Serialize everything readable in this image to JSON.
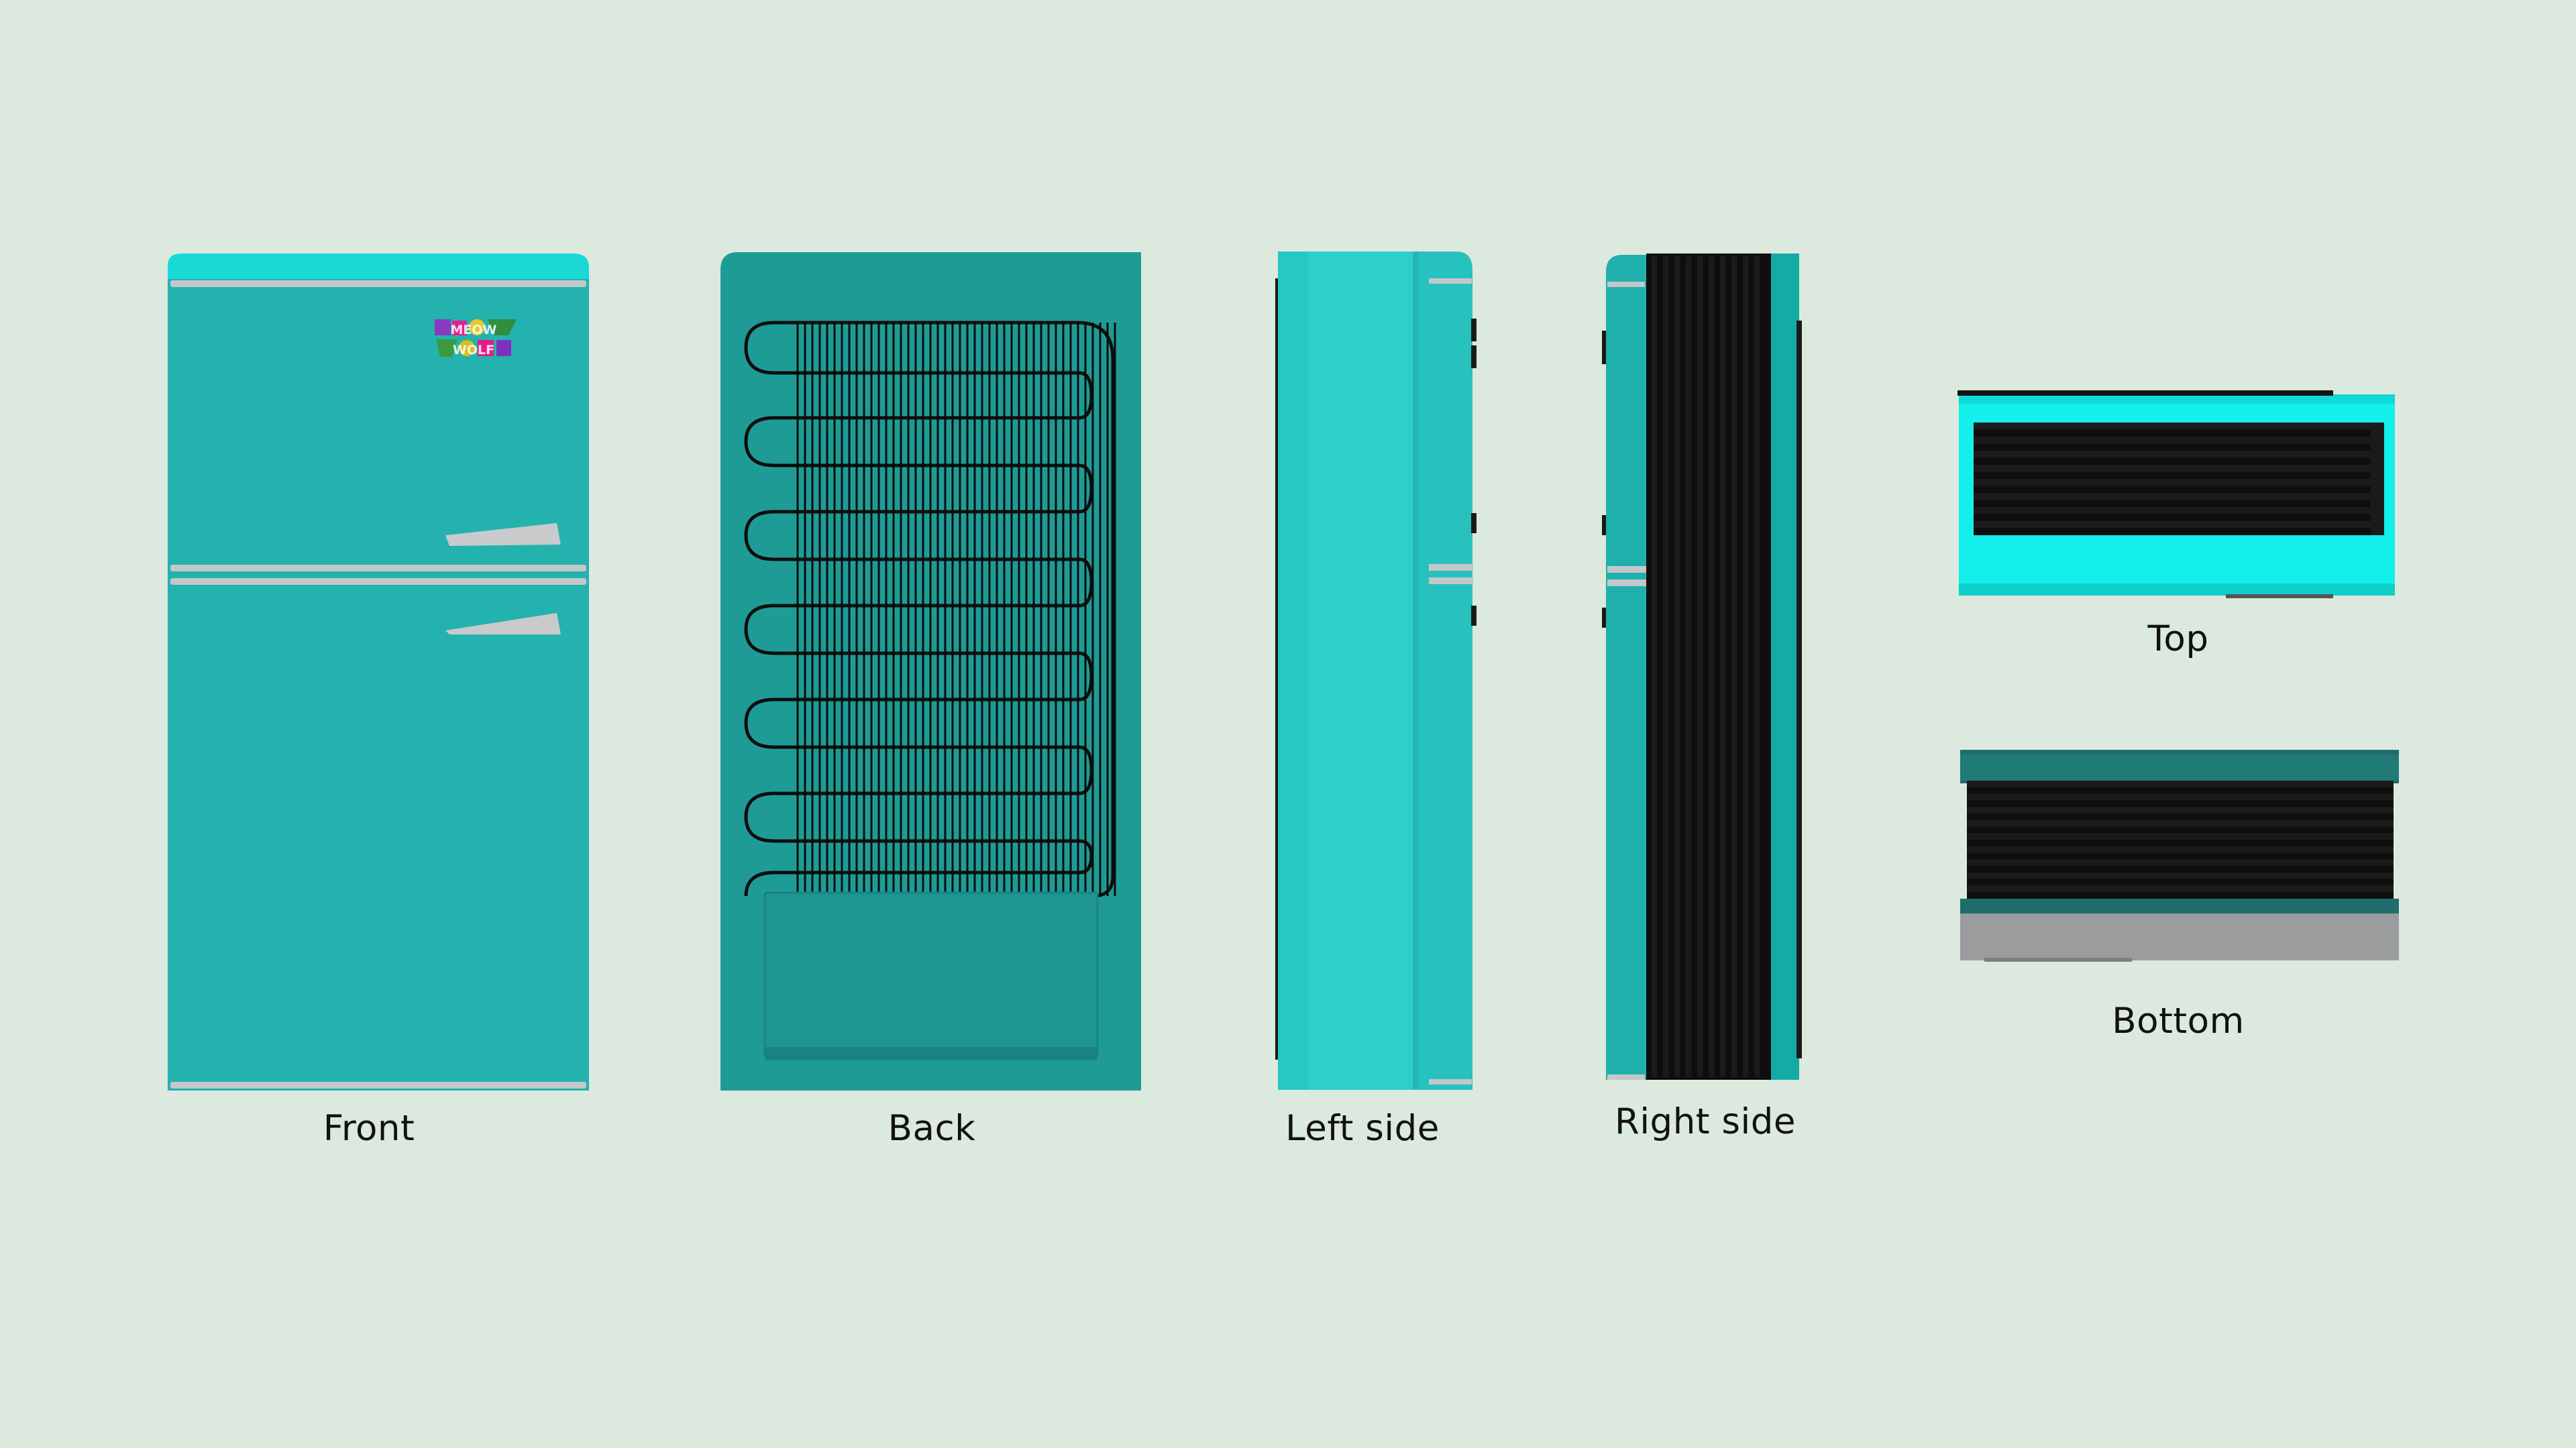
{
  "views": {
    "front": {
      "label": "Front"
    },
    "back": {
      "label": "Back"
    },
    "left": {
      "label": "Left side"
    },
    "right": {
      "label": "Right side"
    },
    "top": {
      "label": "Top"
    },
    "bottom": {
      "label": "Bottom"
    }
  },
  "logo": {
    "text_line1": "MEOW",
    "text_line2": "WOLF"
  },
  "colors": {
    "background": "#dce9de",
    "body": "#24b2ae",
    "body_light": "#2ccfcb",
    "top_bright": "#13f0ec",
    "back_panel": "#1f9b96",
    "dark_panel": "#0e0e0e",
    "chrome": "#b9bcbf",
    "coil": "#0c0c0c"
  }
}
